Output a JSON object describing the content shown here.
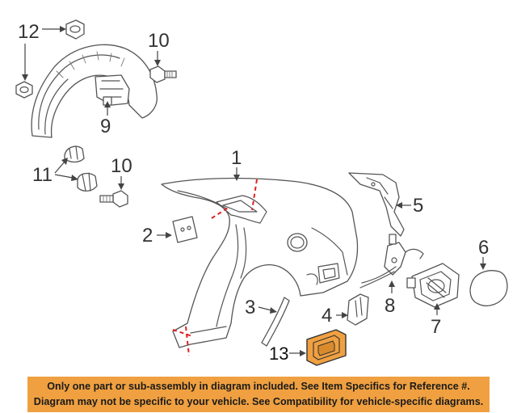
{
  "callouts": {
    "c1": "1",
    "c2": "2",
    "c3": "3",
    "c4": "4",
    "c5": "5",
    "c6": "6",
    "c7": "7",
    "c8": "8",
    "c9": "9",
    "c10a": "10",
    "c10b": "10",
    "c11": "11",
    "c12": "12",
    "c13": "13"
  },
  "disclaimer": {
    "line1": "Only one part or sub-assembly in diagram included. See Item Specifics for Reference #.",
    "line2": "Diagram may not be specific to your vehicle. See Compatibility for vehicle-specific diagrams."
  },
  "colors": {
    "highlight_part": "#f0a040",
    "banner": "#f0a040",
    "cut_line": "#e02020",
    "line_art": "#555555"
  }
}
